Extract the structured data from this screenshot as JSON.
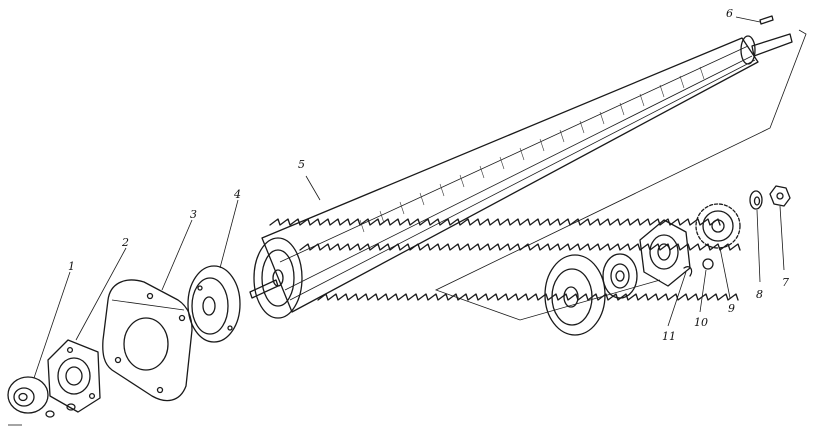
{
  "callouts": [
    {
      "label": "1",
      "part": "hub-cap"
    },
    {
      "label": "2",
      "part": "bearing-flange-housing-left"
    },
    {
      "label": "3",
      "part": "mounting-plate"
    },
    {
      "label": "4",
      "part": "end-disc-left"
    },
    {
      "label": "5",
      "part": "toothed-drum"
    },
    {
      "label": "6",
      "part": "shaft-key"
    },
    {
      "label": "7",
      "part": "nut"
    },
    {
      "label": "8",
      "part": "washer"
    },
    {
      "label": "9",
      "part": "sprocket"
    },
    {
      "label": "10",
      "part": "small-nut"
    },
    {
      "label": "11",
      "part": "circlip"
    }
  ]
}
